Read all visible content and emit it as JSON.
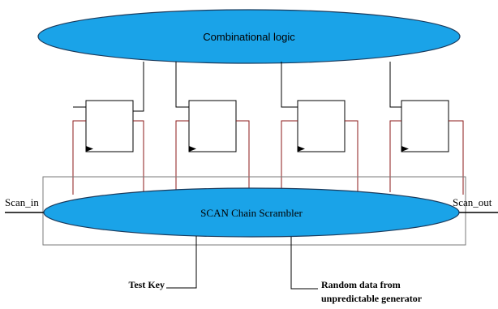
{
  "diagram": {
    "top_ellipse_label": "Combinational logic",
    "scrambler_label": "SCAN Chain Scrambler",
    "scan_in_label": "Scan_in",
    "scan_out_label": "Scan_out",
    "test_key_label": "Test Key",
    "random_data_line1": "Random data from",
    "random_data_line2": "unpredictable generator",
    "flip_flop_count": 4
  },
  "colors": {
    "ellipse_fill": "#1aa3e8",
    "ellipse_stroke": "#1a3a5c",
    "wire": "#000000",
    "scan_wire": "#8b1a1a",
    "outline": "#7a7a7a"
  }
}
